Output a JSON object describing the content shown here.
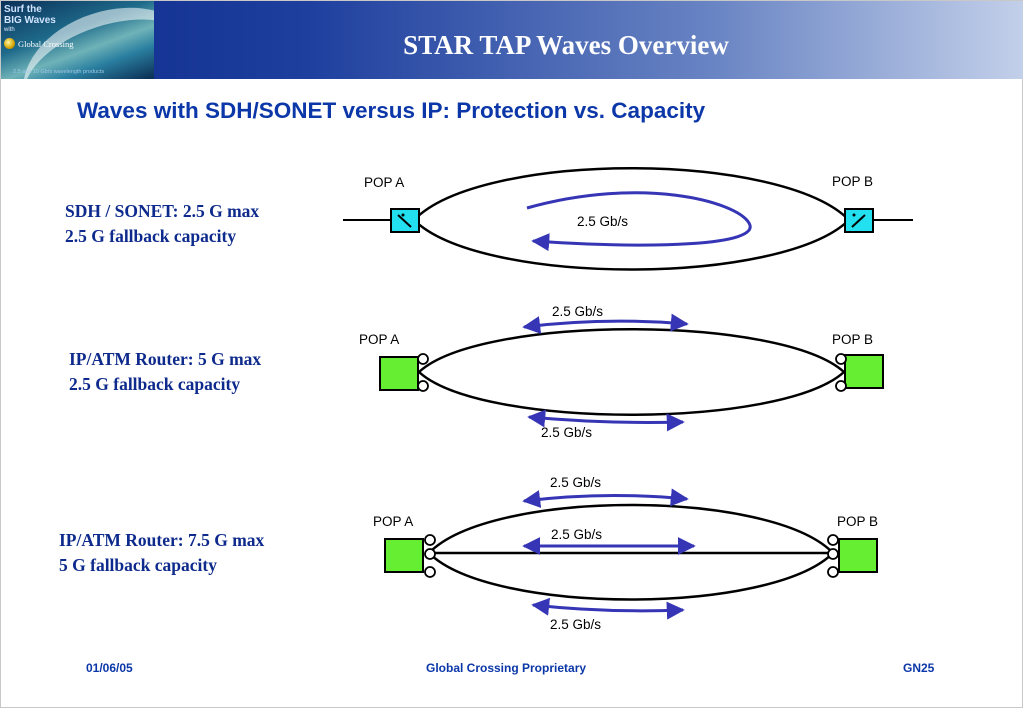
{
  "header": {
    "logo": {
      "line1": "Surf the",
      "line2": "BIG Waves",
      "line3": "with",
      "brand": "Global Crossing",
      "tagline": "2.5 and 10 Gb/s wavelength products"
    },
    "title": "STAR TAP Waves Overview"
  },
  "subtitle": "Waves with SDH/SONET versus IP: Protection vs. Capacity",
  "scenarios": [
    {
      "line1": "SDH / SONET: 2.5 G max",
      "line2": "2.5 G fallback capacity",
      "pop_a": "POP A",
      "pop_b": "POP B",
      "rates": [
        "2.5 Gb/s"
      ]
    },
    {
      "line1": "IP/ATM Router: 5 G max",
      "line2": "2.5 G fallback capacity",
      "pop_a": "POP A",
      "pop_b": "POP B",
      "rates": [
        "2.5 Gb/s",
        "2.5 Gb/s"
      ]
    },
    {
      "line1": "IP/ATM Router: 7.5 G max",
      "line2": "5 G fallback capacity",
      "pop_a": "POP A",
      "pop_b": "POP B",
      "rates": [
        "2.5 Gb/s",
        "2.5 Gb/s",
        "2.5 Gb/s"
      ]
    }
  ],
  "footer": {
    "date": "01/06/05",
    "center": "Global Crossing Proprietary",
    "page": "GN25"
  },
  "colors": {
    "heading_blue": "#0b37a8",
    "text_navy": "#0d2a8c",
    "arrow_blue": "#3535b5",
    "sdh_box": "#22e0f0",
    "router_box": "#66ee33"
  }
}
